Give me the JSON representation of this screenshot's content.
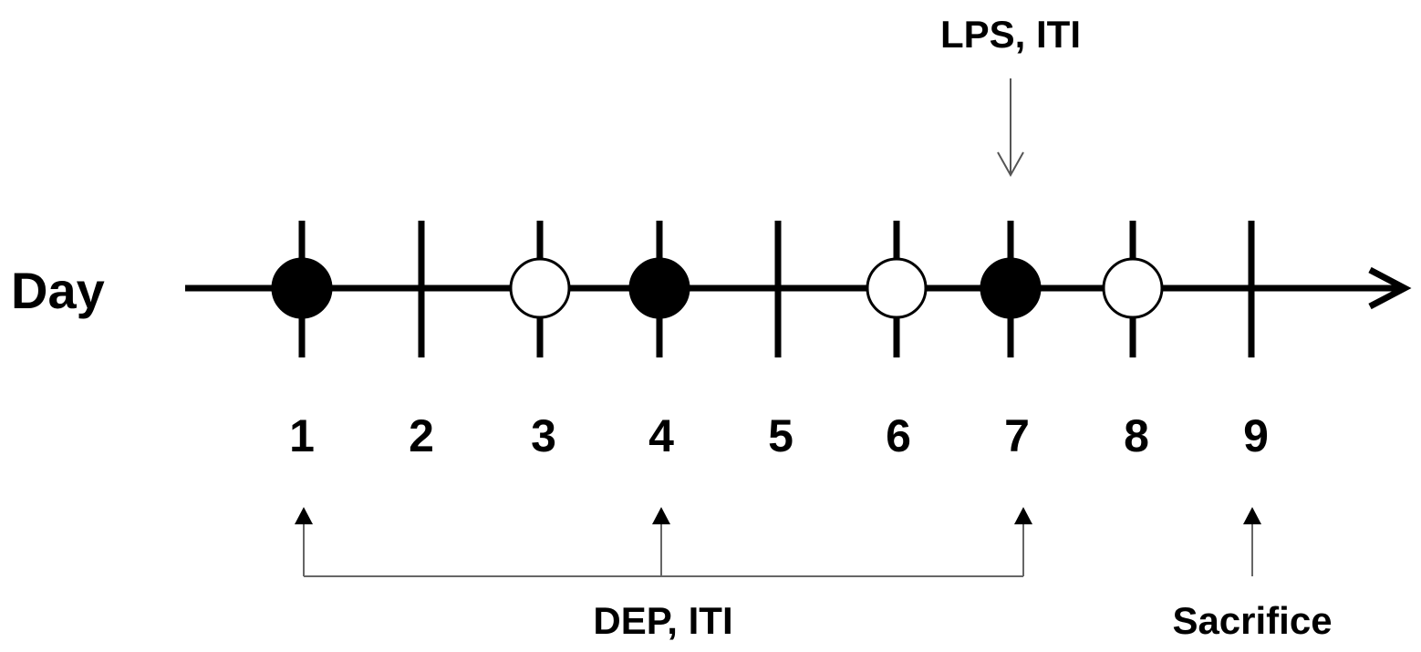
{
  "axis_label": "Day",
  "days": [
    {
      "label": "1",
      "marker": "filled"
    },
    {
      "label": "2",
      "marker": "none"
    },
    {
      "label": "3",
      "marker": "open"
    },
    {
      "label": "4",
      "marker": "filled"
    },
    {
      "label": "5",
      "marker": "none"
    },
    {
      "label": "6",
      "marker": "open"
    },
    {
      "label": "7",
      "marker": "filled"
    },
    {
      "label": "8",
      "marker": "open"
    },
    {
      "label": "9",
      "marker": "none"
    }
  ],
  "annotations": {
    "top": {
      "label": "LPS, ITI",
      "day": "7"
    },
    "bottom_group": {
      "label": "DEP, ITI",
      "days": [
        "1",
        "4",
        "7"
      ]
    },
    "sacrifice": {
      "label": "Sacrifice",
      "day": "9"
    }
  },
  "colors": {
    "line": "#000000",
    "thin_line": "#666666",
    "fill_marker": "#000000",
    "open_marker": "#ffffff"
  }
}
